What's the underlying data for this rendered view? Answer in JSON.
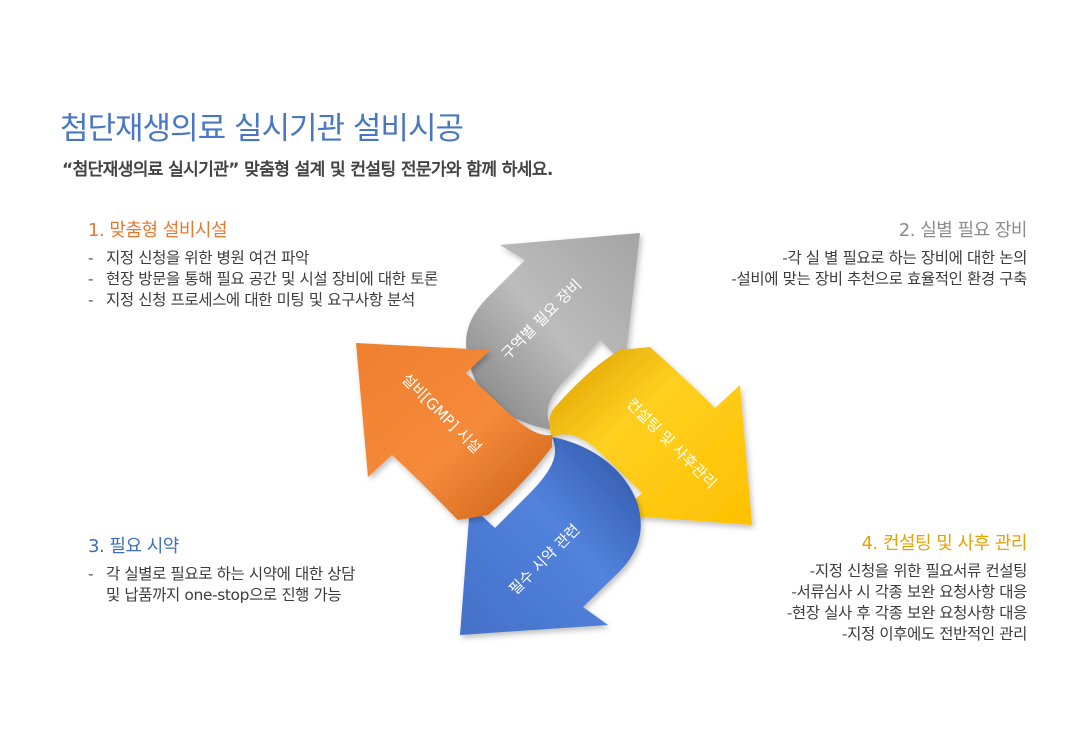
{
  "title": "첨단재생의료 실시기관 설비시공",
  "subtitle": "“첨단재생의료 실시기관” 맞춤형 설계 및 컨설팅 전문가와 함께 하세요.",
  "sections": [
    {
      "heading": "1. 맞춤형 설비시설",
      "items": [
        "지정 신청을 위한 병원 여건 파악",
        "현장 방문을 통해 필요 공간 및 시설 장비에 대한 토론",
        "지정 신청 프로세스에 대한 미팅 및 요구사항 분석"
      ]
    },
    {
      "heading": "2. 실별 필요 장비",
      "items": [
        "각 실 별 필요로 하는 장비에 대한 논의",
        "설비에 맞는 장비 추천으로 효율적인 환경 구축"
      ]
    },
    {
      "heading": "3. 필요 시약",
      "items": [
        "각 실별로 필요로 하는 시약에 대한 상담",
        "및 납품까지 one-stop으로 진행 가능"
      ]
    },
    {
      "heading": "4. 컨설팅 및 사후 관리",
      "items": [
        "지정 신청을 위한 필요서류 컨설팅",
        "서류심사 시 각종 보완 요청사항 대응",
        "현장 실사 후 각종 보완 요청사항 대응",
        "지정 이후에도 전반적인 관리"
      ]
    }
  ],
  "diagram": {
    "arrows": [
      {
        "label": "구역별 필요 장비",
        "color": "#a9a9a9"
      },
      {
        "label": "컨설팅 및 사후관리",
        "color": "#ffc61a"
      },
      {
        "label": "필수 시약 관련",
        "color": "#4874cc"
      },
      {
        "label": "설비[GMP] 시설",
        "color": "#f08534"
      }
    ]
  }
}
